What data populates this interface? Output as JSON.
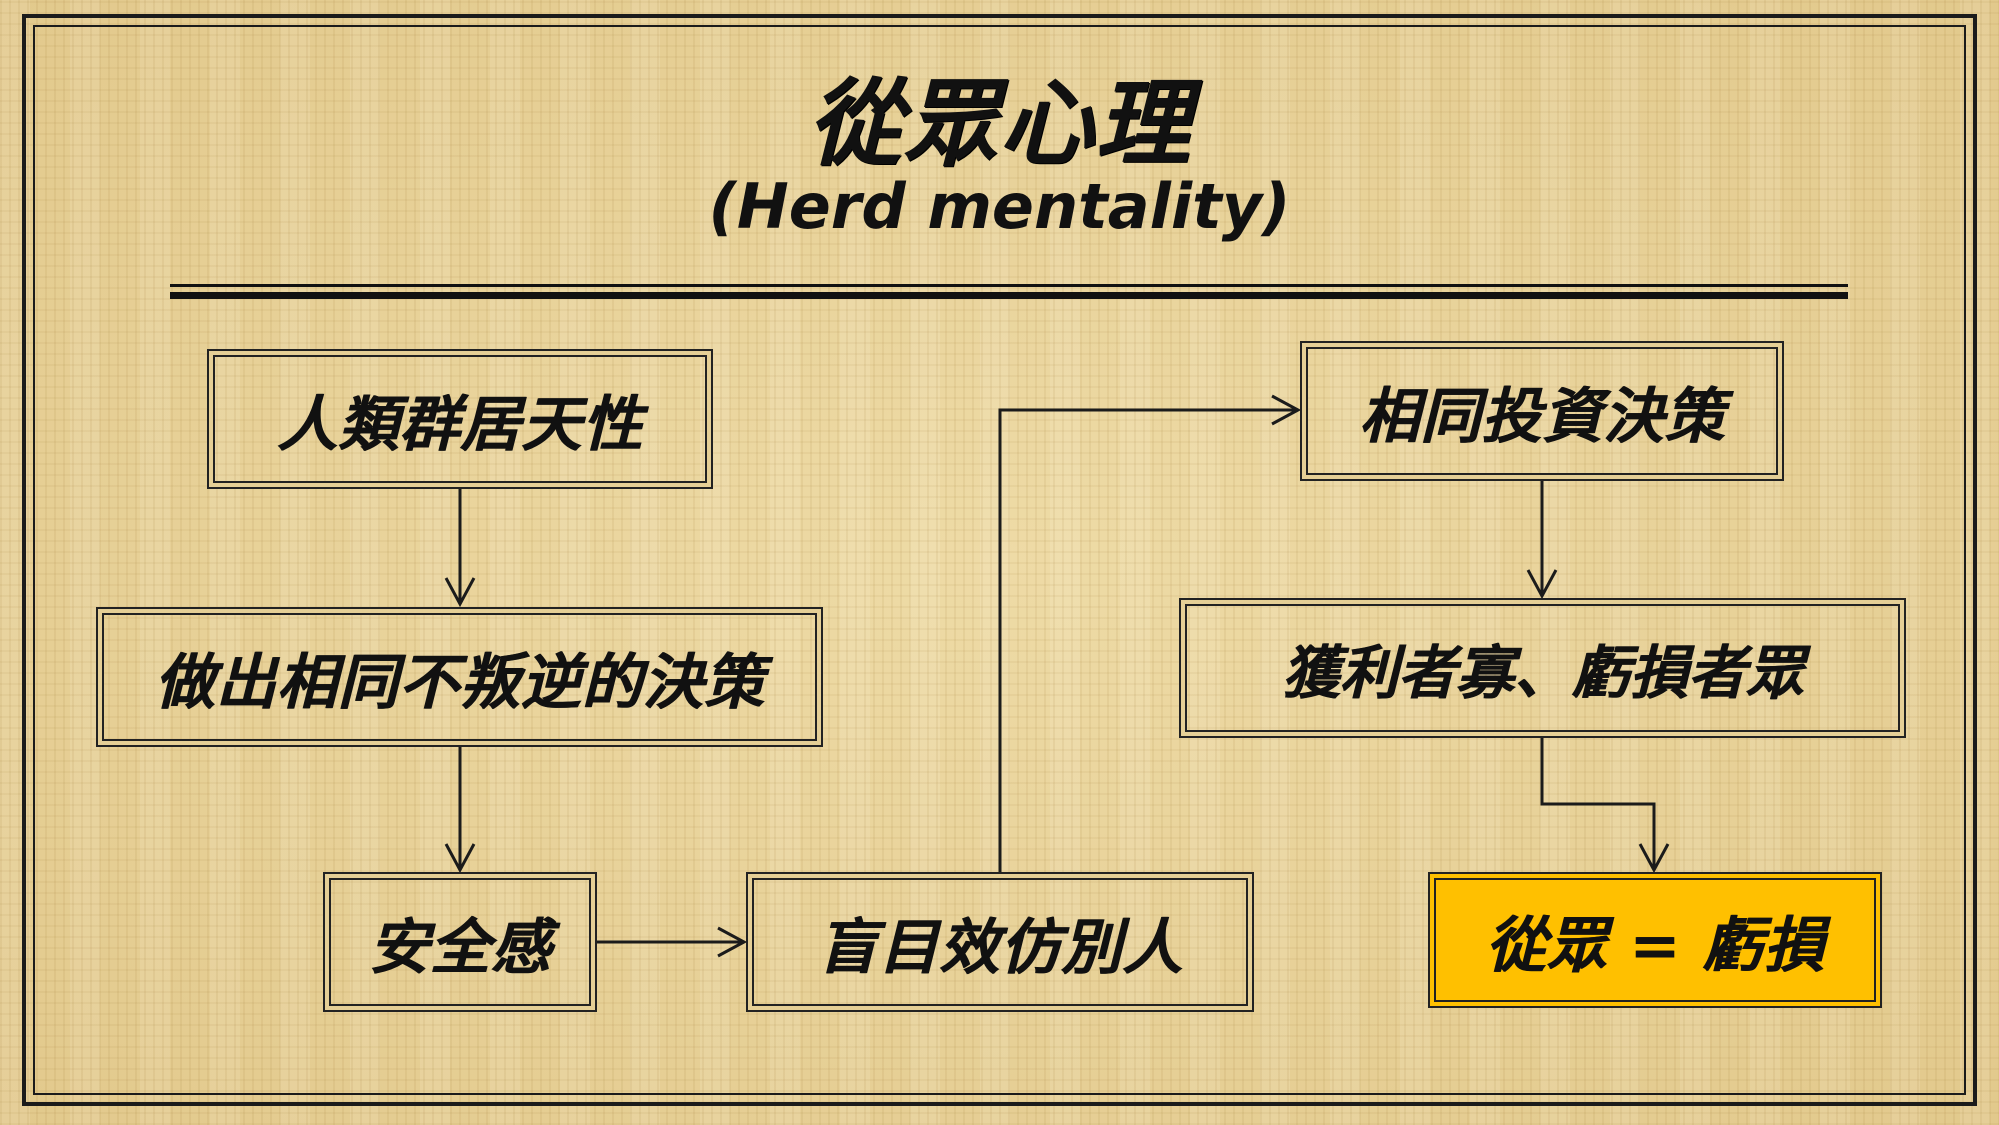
{
  "title": "從眾心理",
  "subtitle": "(Herd mentality)",
  "nodes": {
    "human_nature": "人類群居天性",
    "same_decision": "做出相同不叛逆的決策",
    "security": "安全感",
    "blind_imitation": "盲目效仿別人",
    "same_investment": "相同投資決策",
    "few_winners": "獲利者寡、虧損者眾",
    "conclusion": "從眾 = 虧損"
  },
  "colors": {
    "background": "#e8d29a",
    "highlight": "#ffc000",
    "line": "#1b1b1b"
  }
}
